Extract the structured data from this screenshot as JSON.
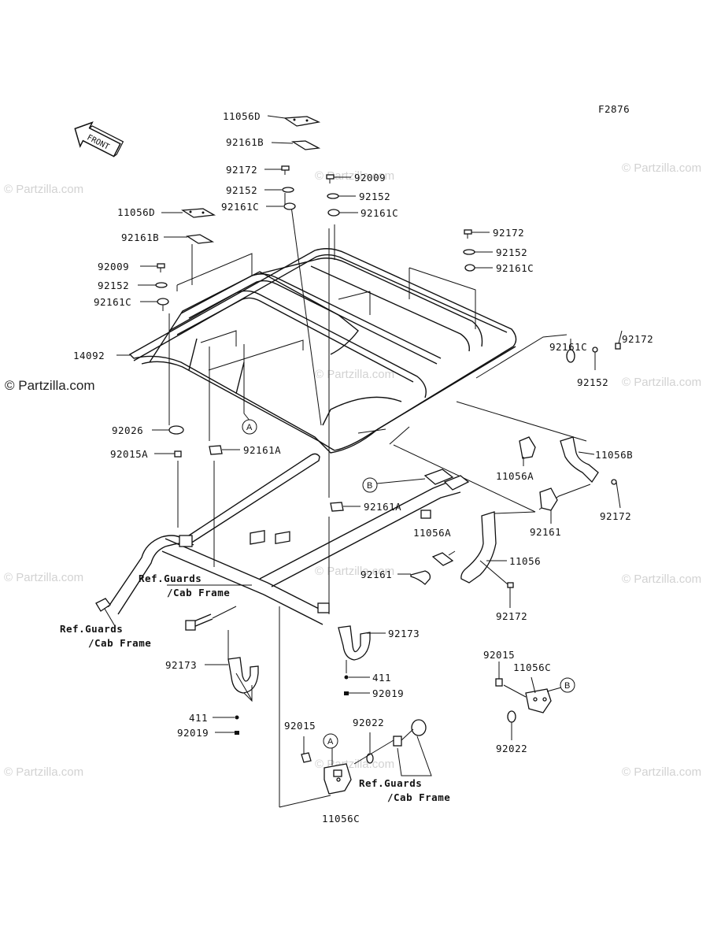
{
  "figure_code": "F2876",
  "front_label": "FRONT",
  "watermark_text": "© Partzilla.com",
  "labels": {
    "l_11056D_top": "11056D",
    "l_92161B_top": "92161B",
    "l_92172_top": "92172",
    "l_92152_top": "92152",
    "l_92161C_top": "92161C",
    "l_92009_r": "92009",
    "l_92152_r": "92152",
    "l_92161C_r": "92161C",
    "l_11056D_left": "11056D",
    "l_92161B_left": "92161B",
    "l_92009_left": "92009",
    "l_92152_left": "92152",
    "l_92161C_left": "92161C",
    "l_92172_right1": "92172",
    "l_92152_right1": "92152",
    "l_92161C_right1": "92161C",
    "l_92161C_far": "92161C",
    "l_92172_far": "92172",
    "l_92152_far": "92152",
    "l_14092": "14092",
    "l_92026": "92026",
    "l_92015A": "92015A",
    "l_92161A_1": "92161A",
    "l_92161A_2": "92161A",
    "l_11056A_1": "11056A",
    "l_11056B": "11056B",
    "l_92172_b1": "92172",
    "l_92161_1": "92161",
    "l_11056A_2": "11056A",
    "l_11056": "11056",
    "l_92161_2": "92161",
    "l_92172_b2": "92172",
    "l_ref1a": "Ref.Guards",
    "l_ref1b": "/Cab Frame",
    "l_ref2a": "Ref.Guards",
    "l_ref2b": "/Cab Frame",
    "l_92173_r": "92173",
    "l_411_r": "411",
    "l_92019_r": "92019",
    "l_92173_l": "92173",
    "l_411_l": "411",
    "l_92019_l": "92019",
    "l_92015_b": "92015",
    "l_92022_b": "92022",
    "l_ref3a": "Ref.Guards",
    "l_ref3b": "/Cab Frame",
    "l_11056C_b": "11056C",
    "l_92015_r": "92015",
    "l_11056C_r": "11056C",
    "l_92022_r": "92022"
  },
  "callouts": {
    "a_mid": "A",
    "a_low": "A",
    "b_mid": "B",
    "b_right": "B"
  }
}
